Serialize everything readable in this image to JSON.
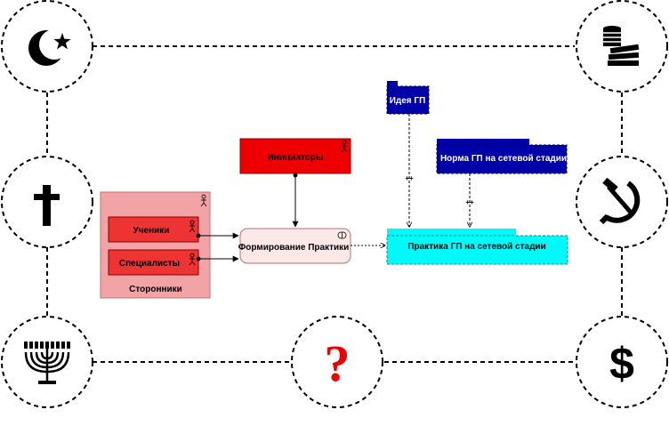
{
  "symbols": {
    "top_left": "islam-crescent-star",
    "top_right": "money-stack",
    "mid_left": "christian-cross",
    "mid_right": "hammer-and-sickle",
    "bottom_left": "menorah",
    "bottom_center": "?",
    "bottom_right": "$"
  },
  "nodes": {
    "initiators": "Инициаторы",
    "formation": "Формирование Практики",
    "supporters": "Сторонники",
    "students": "Ученики",
    "specialists": "Специалисты",
    "idea": "Идея ГП",
    "norm": "Норма ГП на сетевой стадии",
    "practice": "Практика ГП  на сетевой стадии"
  },
  "edge_labels": {
    "idea_to_practice": "++",
    "norm_to_practice": "++"
  },
  "colors": {
    "red": "#ee0000",
    "pink": "#f2a3a6",
    "dark_red_border": "#8b0000",
    "navy": "#0000a8",
    "cyan": "#00fafa",
    "formation_fill": "#fde8e8"
  }
}
